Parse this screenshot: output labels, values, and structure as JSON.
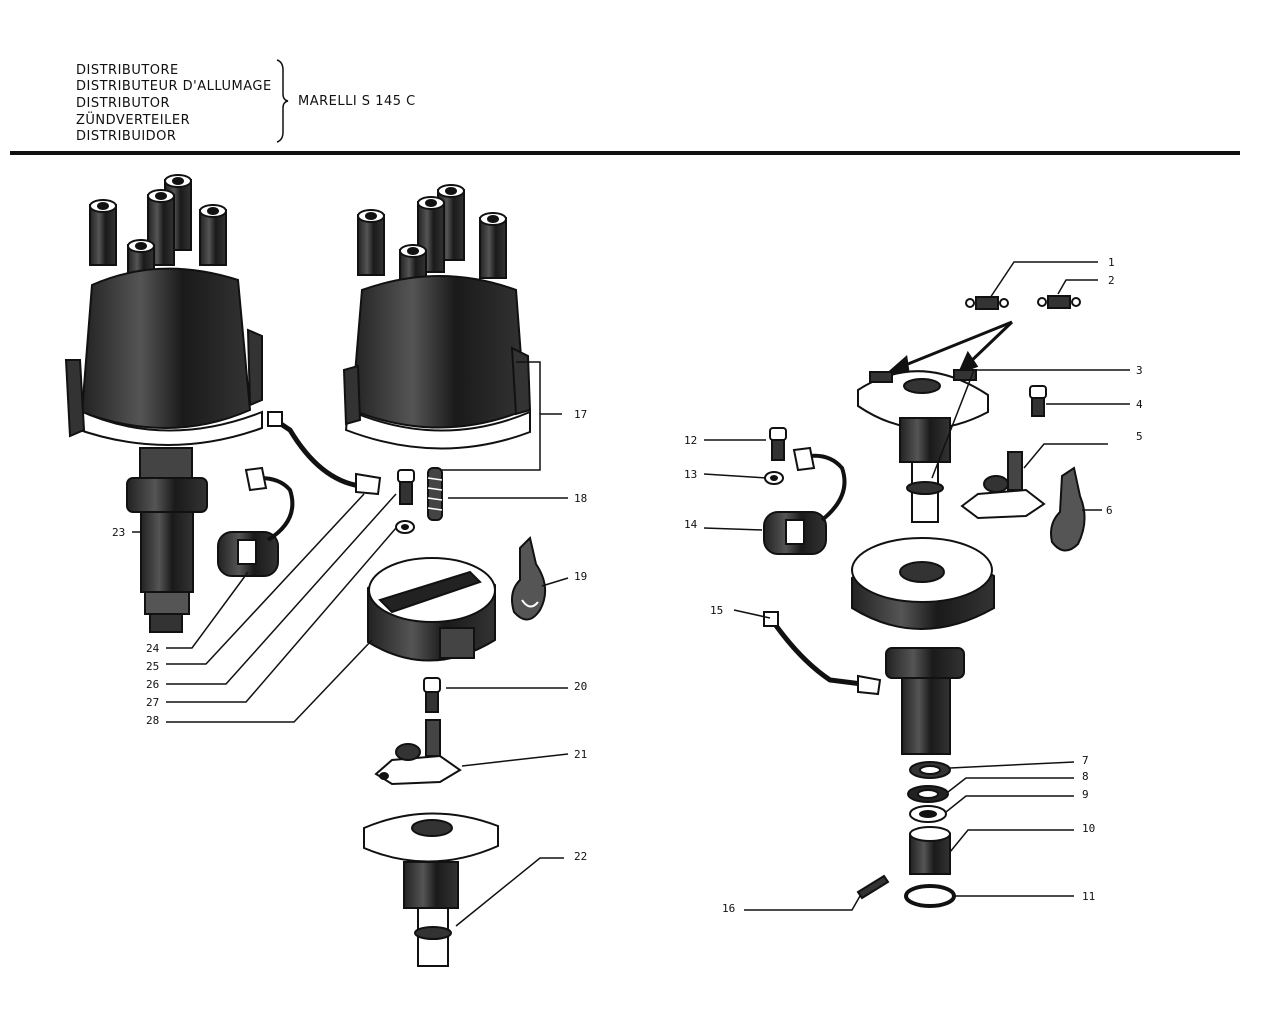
{
  "header": {
    "titles": [
      "DISTRIBUTORE",
      "DISTRIBUTEUR D'ALLUMAGE",
      "DISTRIBUTOR",
      "ZÜNDVERTEILER",
      "DISTRIBUIDOR"
    ],
    "model": "MARELLI S 145 C"
  },
  "callouts": [
    "1",
    "2",
    "3",
    "4",
    "5",
    "6",
    "7",
    "8",
    "9",
    "10",
    "11",
    "12",
    "13",
    "14",
    "15",
    "16",
    "17",
    "18",
    "19",
    "20",
    "21",
    "22",
    "23",
    "24",
    "25",
    "26",
    "27",
    "28"
  ]
}
